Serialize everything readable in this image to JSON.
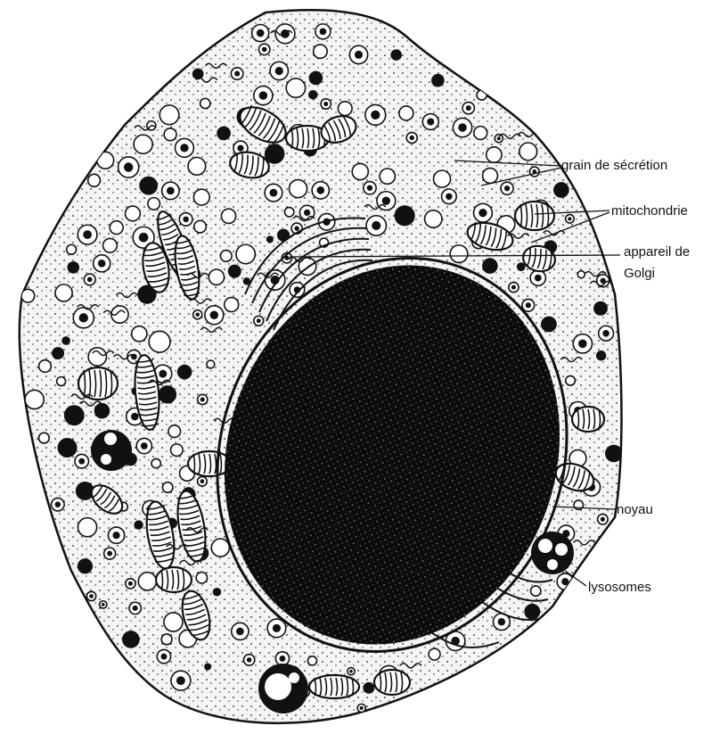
{
  "labels": {
    "grain": "grain de sécrétion",
    "mito": "mitochondrie",
    "golgi_1": "appareil de",
    "golgi_2": "Golgi",
    "noyau": "noyau",
    "lyso": "lysosomes"
  },
  "colors": {
    "ink": "#111111",
    "cytoplasm": "#f4f4f4",
    "nucleus": "#0c0c0c",
    "background": "#ffffff"
  },
  "icons": {
    "cell": "cell-outline",
    "nucleus": "dark-oval",
    "mitochondrion": "cristae-oval",
    "granule": "ring",
    "golgi": "stacked-arcs",
    "lysosome": "bubbles"
  }
}
